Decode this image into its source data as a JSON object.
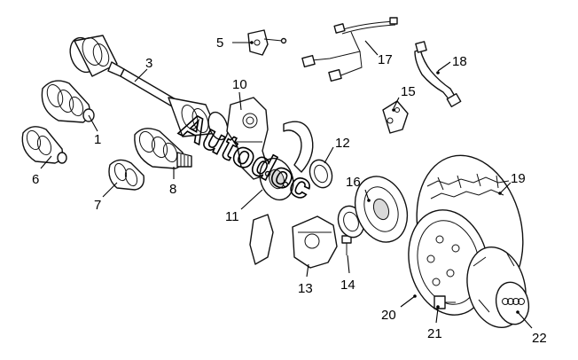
{
  "watermark": "Autodoc",
  "callouts": [
    {
      "id": "1",
      "label": "1"
    },
    {
      "id": "3",
      "label": "3"
    },
    {
      "id": "5",
      "label": "5"
    },
    {
      "id": "6",
      "label": "6"
    },
    {
      "id": "7",
      "label": "7"
    },
    {
      "id": "8",
      "label": "8"
    },
    {
      "id": "10",
      "label": "10"
    },
    {
      "id": "11",
      "label": "11"
    },
    {
      "id": "12",
      "label": "12"
    },
    {
      "id": "13",
      "label": "13"
    },
    {
      "id": "14",
      "label": "14"
    },
    {
      "id": "15",
      "label": "15"
    },
    {
      "id": "16",
      "label": "16"
    },
    {
      "id": "17",
      "label": "17"
    },
    {
      "id": "18",
      "label": "18"
    },
    {
      "id": "19",
      "label": "19"
    },
    {
      "id": "20",
      "label": "20"
    },
    {
      "id": "21",
      "label": "21"
    },
    {
      "id": "22",
      "label": "22"
    }
  ]
}
